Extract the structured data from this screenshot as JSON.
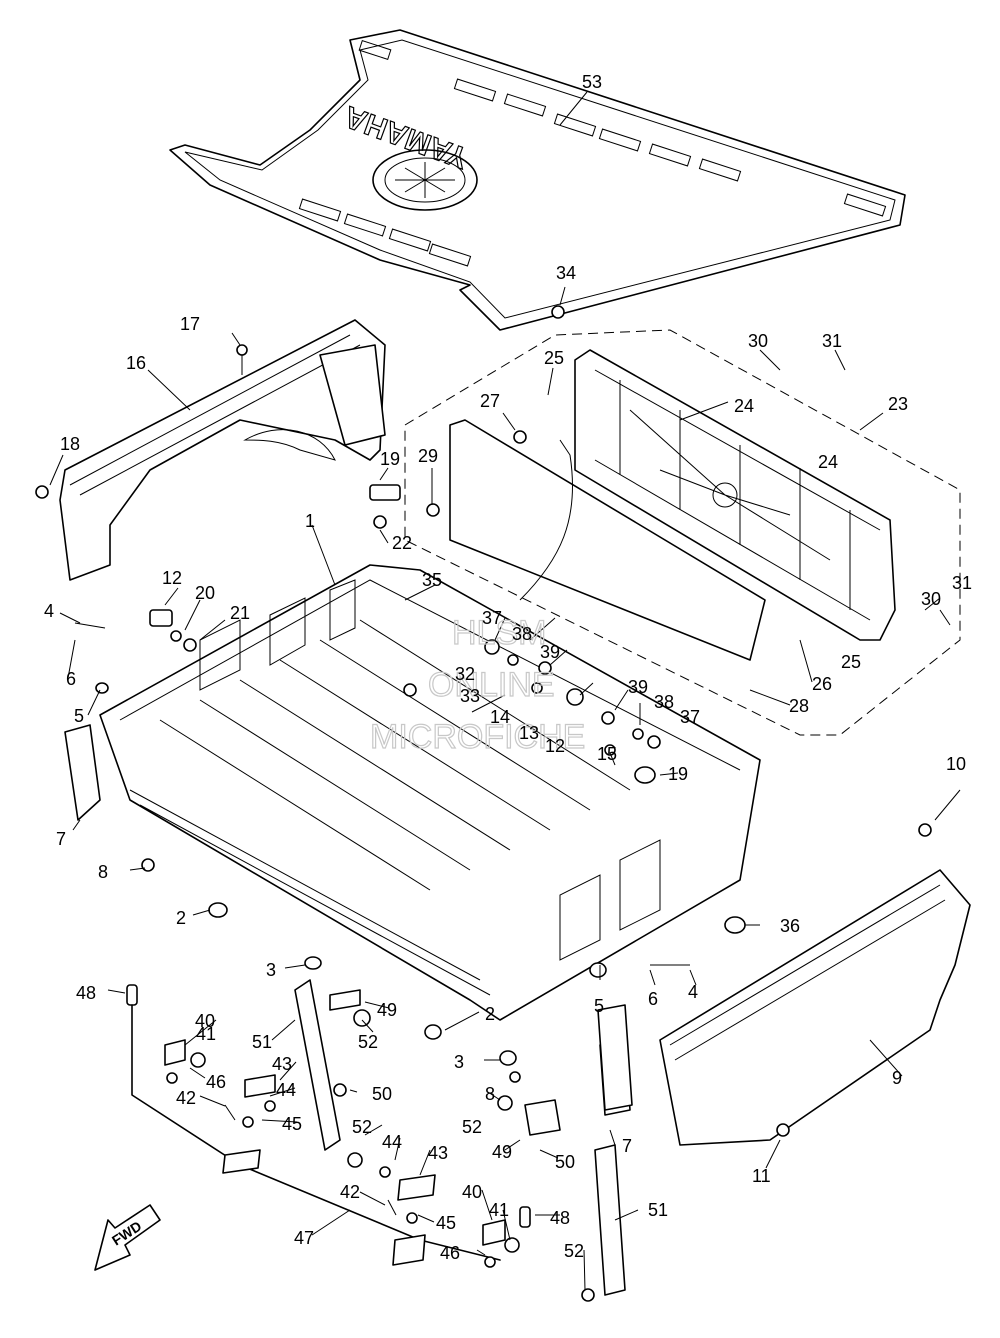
{
  "mat_logo_text": "YAMAHA",
  "fwd_label": "FWD",
  "watermark": [
    "HLSM",
    "ONLINE",
    "MICROFICHE"
  ],
  "labels": [
    {
      "id": "l53",
      "text": "53"
    },
    {
      "id": "l34",
      "text": "34"
    },
    {
      "id": "l17",
      "text": "17"
    },
    {
      "id": "l16",
      "text": "16"
    },
    {
      "id": "l30a",
      "text": "30"
    },
    {
      "id": "l31a",
      "text": "31"
    },
    {
      "id": "l25a",
      "text": "25"
    },
    {
      "id": "l27",
      "text": "27"
    },
    {
      "id": "l24a",
      "text": "24"
    },
    {
      "id": "l23",
      "text": "23"
    },
    {
      "id": "l18",
      "text": "18"
    },
    {
      "id": "l19a",
      "text": "19"
    },
    {
      "id": "l29",
      "text": "29"
    },
    {
      "id": "l24b",
      "text": "24"
    },
    {
      "id": "l1",
      "text": "1"
    },
    {
      "id": "l22",
      "text": "22"
    },
    {
      "id": "l12a",
      "text": "12"
    },
    {
      "id": "l35",
      "text": "35"
    },
    {
      "id": "l20",
      "text": "20"
    },
    {
      "id": "l21",
      "text": "21"
    },
    {
      "id": "l4a",
      "text": "4"
    },
    {
      "id": "l37a",
      "text": "37"
    },
    {
      "id": "l38a",
      "text": "38"
    },
    {
      "id": "l39a",
      "text": "39"
    },
    {
      "id": "l31b",
      "text": "31"
    },
    {
      "id": "l30b",
      "text": "30"
    },
    {
      "id": "l6a",
      "text": "6"
    },
    {
      "id": "l32",
      "text": "32"
    },
    {
      "id": "l33",
      "text": "33"
    },
    {
      "id": "l25b",
      "text": "25"
    },
    {
      "id": "l26",
      "text": "26"
    },
    {
      "id": "l5a",
      "text": "5"
    },
    {
      "id": "l39b",
      "text": "39"
    },
    {
      "id": "l14",
      "text": "14"
    },
    {
      "id": "l38b",
      "text": "38"
    },
    {
      "id": "l28",
      "text": "28"
    },
    {
      "id": "l13",
      "text": "13"
    },
    {
      "id": "l12b",
      "text": "12"
    },
    {
      "id": "l37b",
      "text": "37"
    },
    {
      "id": "l15",
      "text": "15"
    },
    {
      "id": "l19b",
      "text": "19"
    },
    {
      "id": "l7a",
      "text": "7"
    },
    {
      "id": "l10",
      "text": "10"
    },
    {
      "id": "l8a",
      "text": "8"
    },
    {
      "id": "l2a",
      "text": "2"
    },
    {
      "id": "l36",
      "text": "36"
    },
    {
      "id": "l3a",
      "text": "3"
    },
    {
      "id": "l5b",
      "text": "5"
    },
    {
      "id": "l6b",
      "text": "6"
    },
    {
      "id": "l4b",
      "text": "4"
    },
    {
      "id": "l48a",
      "text": "48"
    },
    {
      "id": "l49a",
      "text": "49"
    },
    {
      "id": "l40a",
      "text": "40"
    },
    {
      "id": "l41a",
      "text": "41"
    },
    {
      "id": "l51a",
      "text": "51"
    },
    {
      "id": "l43a",
      "text": "43"
    },
    {
      "id": "l52a",
      "text": "52"
    },
    {
      "id": "l2b",
      "text": "2"
    },
    {
      "id": "l46a",
      "text": "46"
    },
    {
      "id": "l44a",
      "text": "44"
    },
    {
      "id": "l50a",
      "text": "50"
    },
    {
      "id": "l3b",
      "text": "3"
    },
    {
      "id": "l9",
      "text": "9"
    },
    {
      "id": "l42a",
      "text": "42"
    },
    {
      "id": "l45a",
      "text": "45"
    },
    {
      "id": "l8b",
      "text": "8"
    },
    {
      "id": "l52b",
      "text": "52"
    },
    {
      "id": "l44b",
      "text": "44"
    },
    {
      "id": "l52c",
      "text": "52"
    },
    {
      "id": "l7b",
      "text": "7"
    },
    {
      "id": "l49b",
      "text": "49"
    },
    {
      "id": "l50b",
      "text": "50"
    },
    {
      "id": "l43b",
      "text": "43"
    },
    {
      "id": "l11",
      "text": "11"
    },
    {
      "id": "l42b",
      "text": "42"
    },
    {
      "id": "l45b",
      "text": "45"
    },
    {
      "id": "l40b",
      "text": "40"
    },
    {
      "id": "l48b",
      "text": "48"
    },
    {
      "id": "l51b",
      "text": "51"
    },
    {
      "id": "l41b",
      "text": "41"
    },
    {
      "id": "l47",
      "text": "47"
    },
    {
      "id": "l46b",
      "text": "46"
    },
    {
      "id": "l52d",
      "text": "52"
    }
  ]
}
